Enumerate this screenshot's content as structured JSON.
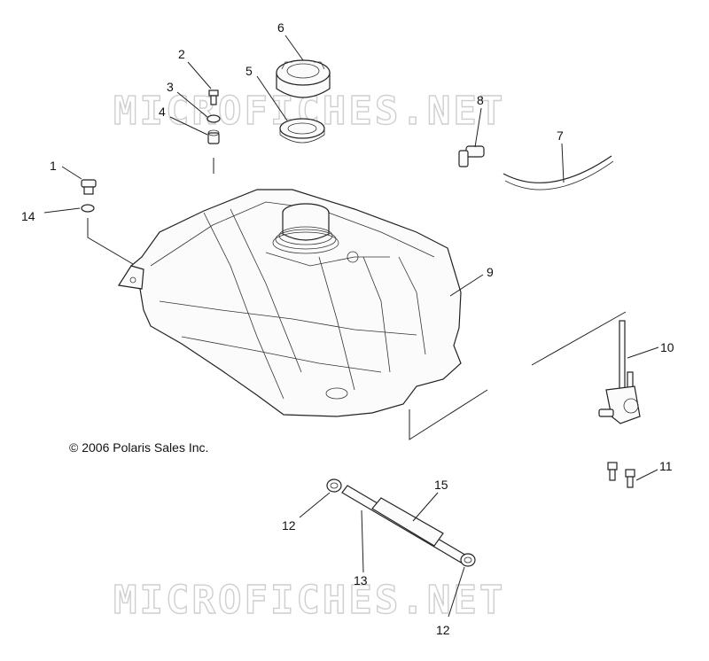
{
  "watermark": {
    "top": "MICROFICHES.NET",
    "bottom": "MICROFICHES.NET"
  },
  "copyright": "© 2006 Polaris Sales Inc.",
  "callouts": {
    "c1": "1",
    "c2": "2",
    "c3": "3",
    "c4": "4",
    "c5": "5",
    "c6": "6",
    "c7": "7",
    "c8": "8",
    "c9": "9",
    "c10": "10",
    "c11": "11",
    "c12a": "12",
    "c12b": "12",
    "c13": "13",
    "c14": "14",
    "c15": "15"
  }
}
